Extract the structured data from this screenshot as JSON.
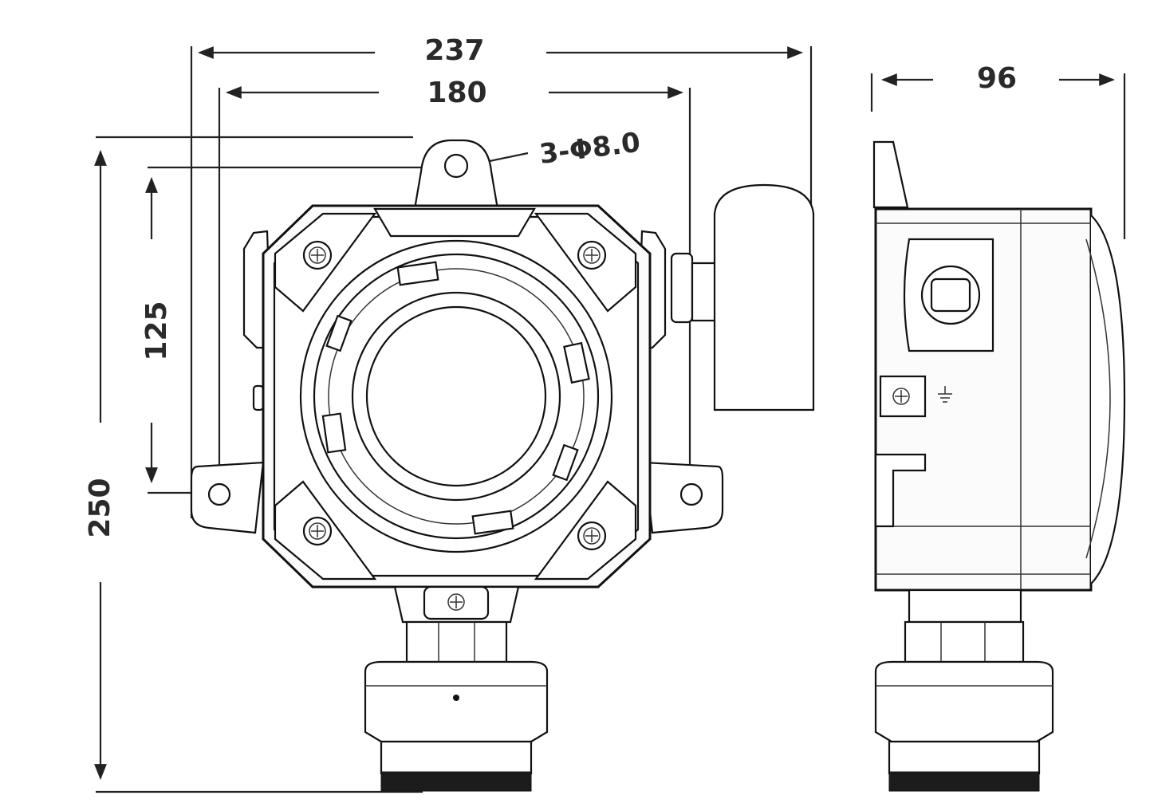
{
  "dimensions": {
    "overall_width": "237",
    "mount_width": "180",
    "hole_spec": "3-Φ8.0",
    "mount_height": "125",
    "overall_height": "250",
    "side_depth": "96"
  },
  "colors": {
    "line": "#222222",
    "background": "#ffffff",
    "dark_band": "#1c1c1c"
  }
}
